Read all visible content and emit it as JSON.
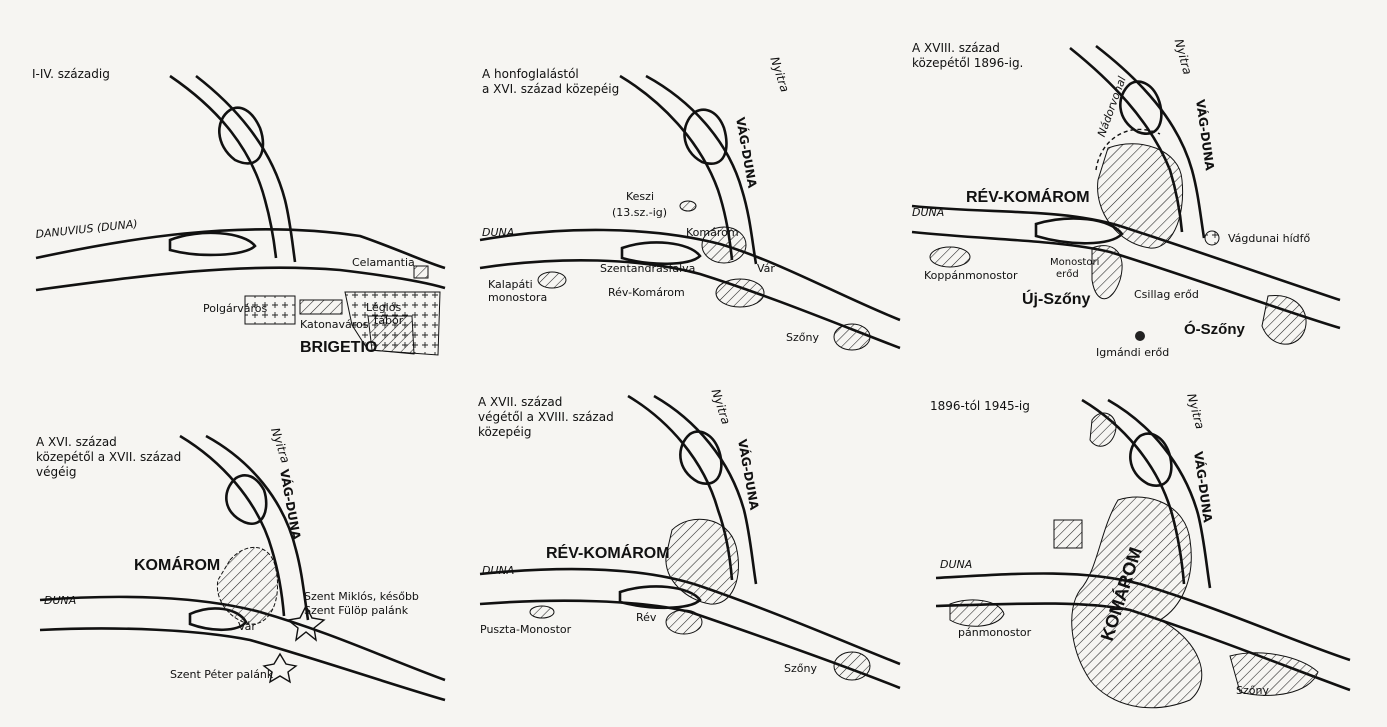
{
  "panels": [
    {
      "caption": "I-IV. századig",
      "labels": {
        "river": "DANUVIUS (DUNA)",
        "celamantia": "Celamantia",
        "polgarvaros": "Polgárváros",
        "katonavaros": "Katonaváros",
        "legio_1": "Légiós",
        "legio_2": "tábor",
        "brigetio": "BRIGETIO"
      }
    },
    {
      "caption_1": "A honfoglalástól",
      "caption_2": "a XVI. század közepéig",
      "labels": {
        "nyitra": "Nyitra",
        "vagduna": "VÁG-DUNA",
        "keszi_1": "Keszi",
        "keszi_2": "(13.sz.-ig)",
        "duna": "DUNA",
        "komarom": "Komárom",
        "szentandras": "Szentandrásfalva",
        "var": "Vár",
        "kalapati_1": "Kalapáti",
        "kalapati_2": "monostora",
        "revkomarom": "Rév-Komárom",
        "szony": "Szőny"
      }
    },
    {
      "caption_1": "A XVIII. század",
      "caption_2": "közepétől 1896-ig.",
      "labels": {
        "nyitra": "Nyitra",
        "vagduna": "VÁG-DUNA",
        "nador": "Nádorvonal",
        "revkomarom": "RÉV-KOMÁROM",
        "duna": "DUNA",
        "vagdunai": "Vágdunai hídfő",
        "koppany": "Koppánmonostor",
        "monostori_1": "Monostori",
        "monostori_2": "erőd",
        "ujszony": "Új-Szőny",
        "csillag": "Csillag erőd",
        "oszony": "Ó-Szőny",
        "igmandi": "Igmándi erőd"
      }
    },
    {
      "caption_1": "A XVI. század",
      "caption_2": "közepétől a XVII. század",
      "caption_3": "végéig",
      "labels": {
        "nyitra": "Nyitra",
        "vagduna": "VÁG-DUNA",
        "komarom": "KOMÁROM",
        "duna": "DUNA",
        "var": "Vár",
        "miklos_1": "Szent Miklós, később",
        "miklos_2": "Szent Fülöp palánk",
        "peter": "Szent Péter palánk"
      }
    },
    {
      "caption_1": "A XVII. század",
      "caption_2": "végétől a XVIII. század",
      "caption_3": "közepéig",
      "labels": {
        "nyitra": "Nyitra",
        "vagduna": "VÁG-DUNA",
        "revkomarom": "RÉV-KOMÁROM",
        "duna": "DUNA",
        "puszta": "Puszta-Monostor",
        "rev": "Rév",
        "szony": "Szőny"
      }
    },
    {
      "caption": "1896-tól 1945-ig",
      "labels": {
        "nyitra": "Nyitra",
        "vagduna": "VÁG-DUNA",
        "duna": "DUNA",
        "komarom": "KOMÁROM",
        "panmonostor": "pánmonostor",
        "szony": "Szőny"
      }
    }
  ]
}
